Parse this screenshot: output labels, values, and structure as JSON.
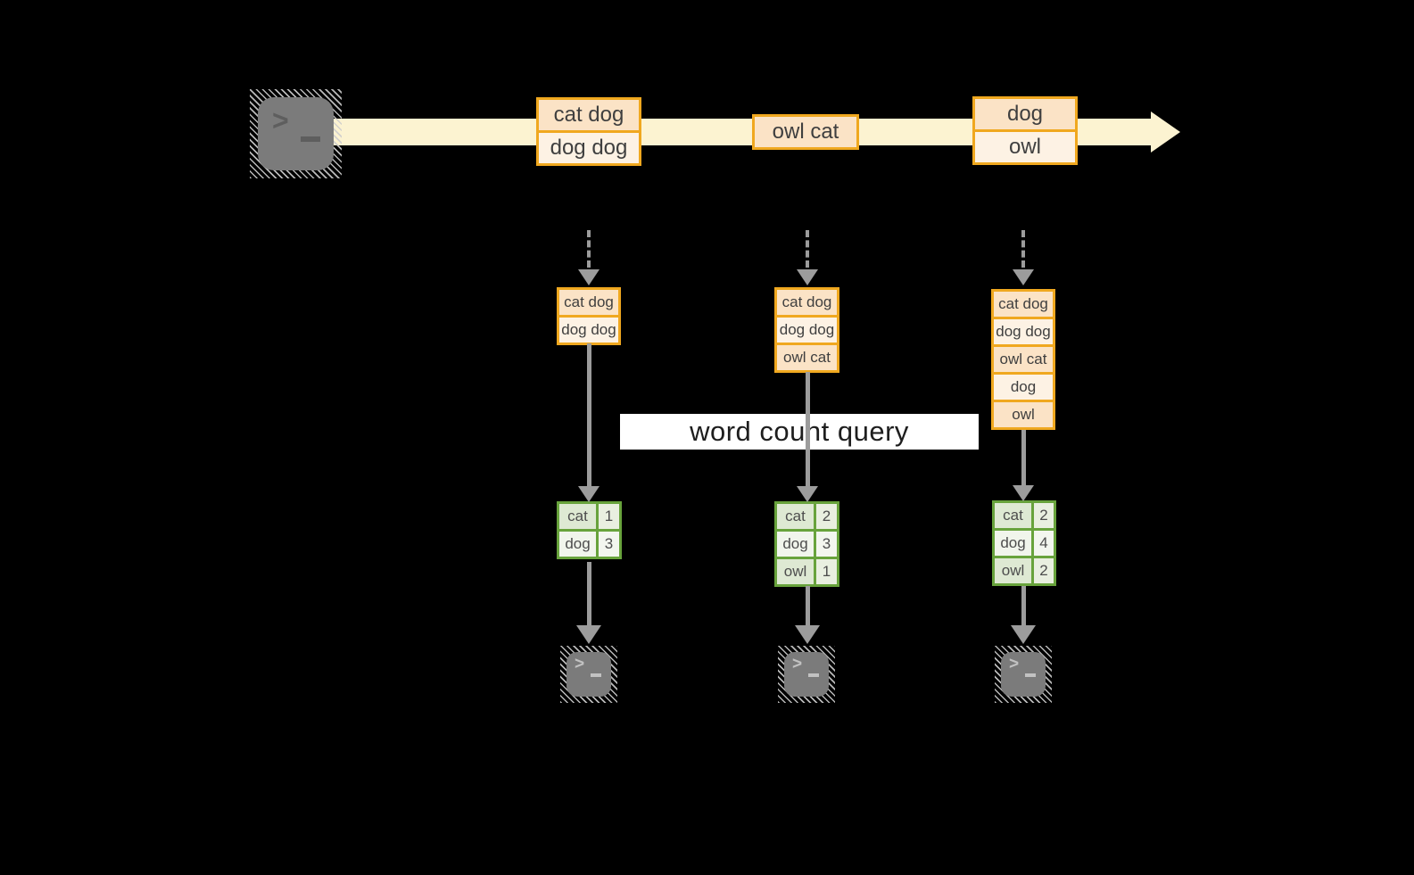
{
  "colors": {
    "background": "#000000",
    "stream_fill": "#fcf3d1",
    "orange_border": "#f0a81f",
    "peach_dark": "#fbe3c6",
    "peach_light": "#fdf2e4",
    "green_border": "#68a33c",
    "arrow_gray": "#9c9c9c",
    "terminal_gray": "#7b7b7b"
  },
  "source_terminal": {
    "prompt": ">",
    "cursor": "_"
  },
  "stream": {
    "events": [
      {
        "rows": [
          "cat dog",
          "dog dog"
        ]
      },
      {
        "rows": [
          "owl cat"
        ]
      },
      {
        "rows": [
          "dog",
          "owl"
        ]
      }
    ]
  },
  "state_lists": [
    {
      "rows": [
        "cat dog",
        "dog dog"
      ]
    },
    {
      "rows": [
        "cat dog",
        "dog dog",
        "owl cat"
      ]
    },
    {
      "rows": [
        "cat dog",
        "dog dog",
        "owl cat",
        "dog",
        "owl"
      ]
    }
  ],
  "query": {
    "label": "word count query"
  },
  "result_tables": [
    {
      "rows": [
        {
          "word": "cat",
          "count": "1"
        },
        {
          "word": "dog",
          "count": "3"
        }
      ]
    },
    {
      "rows": [
        {
          "word": "cat",
          "count": "2"
        },
        {
          "word": "dog",
          "count": "3"
        },
        {
          "word": "owl",
          "count": "1"
        }
      ]
    },
    {
      "rows": [
        {
          "word": "cat",
          "count": "2"
        },
        {
          "word": "dog",
          "count": "4"
        },
        {
          "word": "owl",
          "count": "2"
        }
      ]
    }
  ],
  "sink_terminals": [
    {
      "prompt": ">",
      "cursor": "_"
    },
    {
      "prompt": ">",
      "cursor": "_"
    },
    {
      "prompt": ">",
      "cursor": "_"
    }
  ]
}
